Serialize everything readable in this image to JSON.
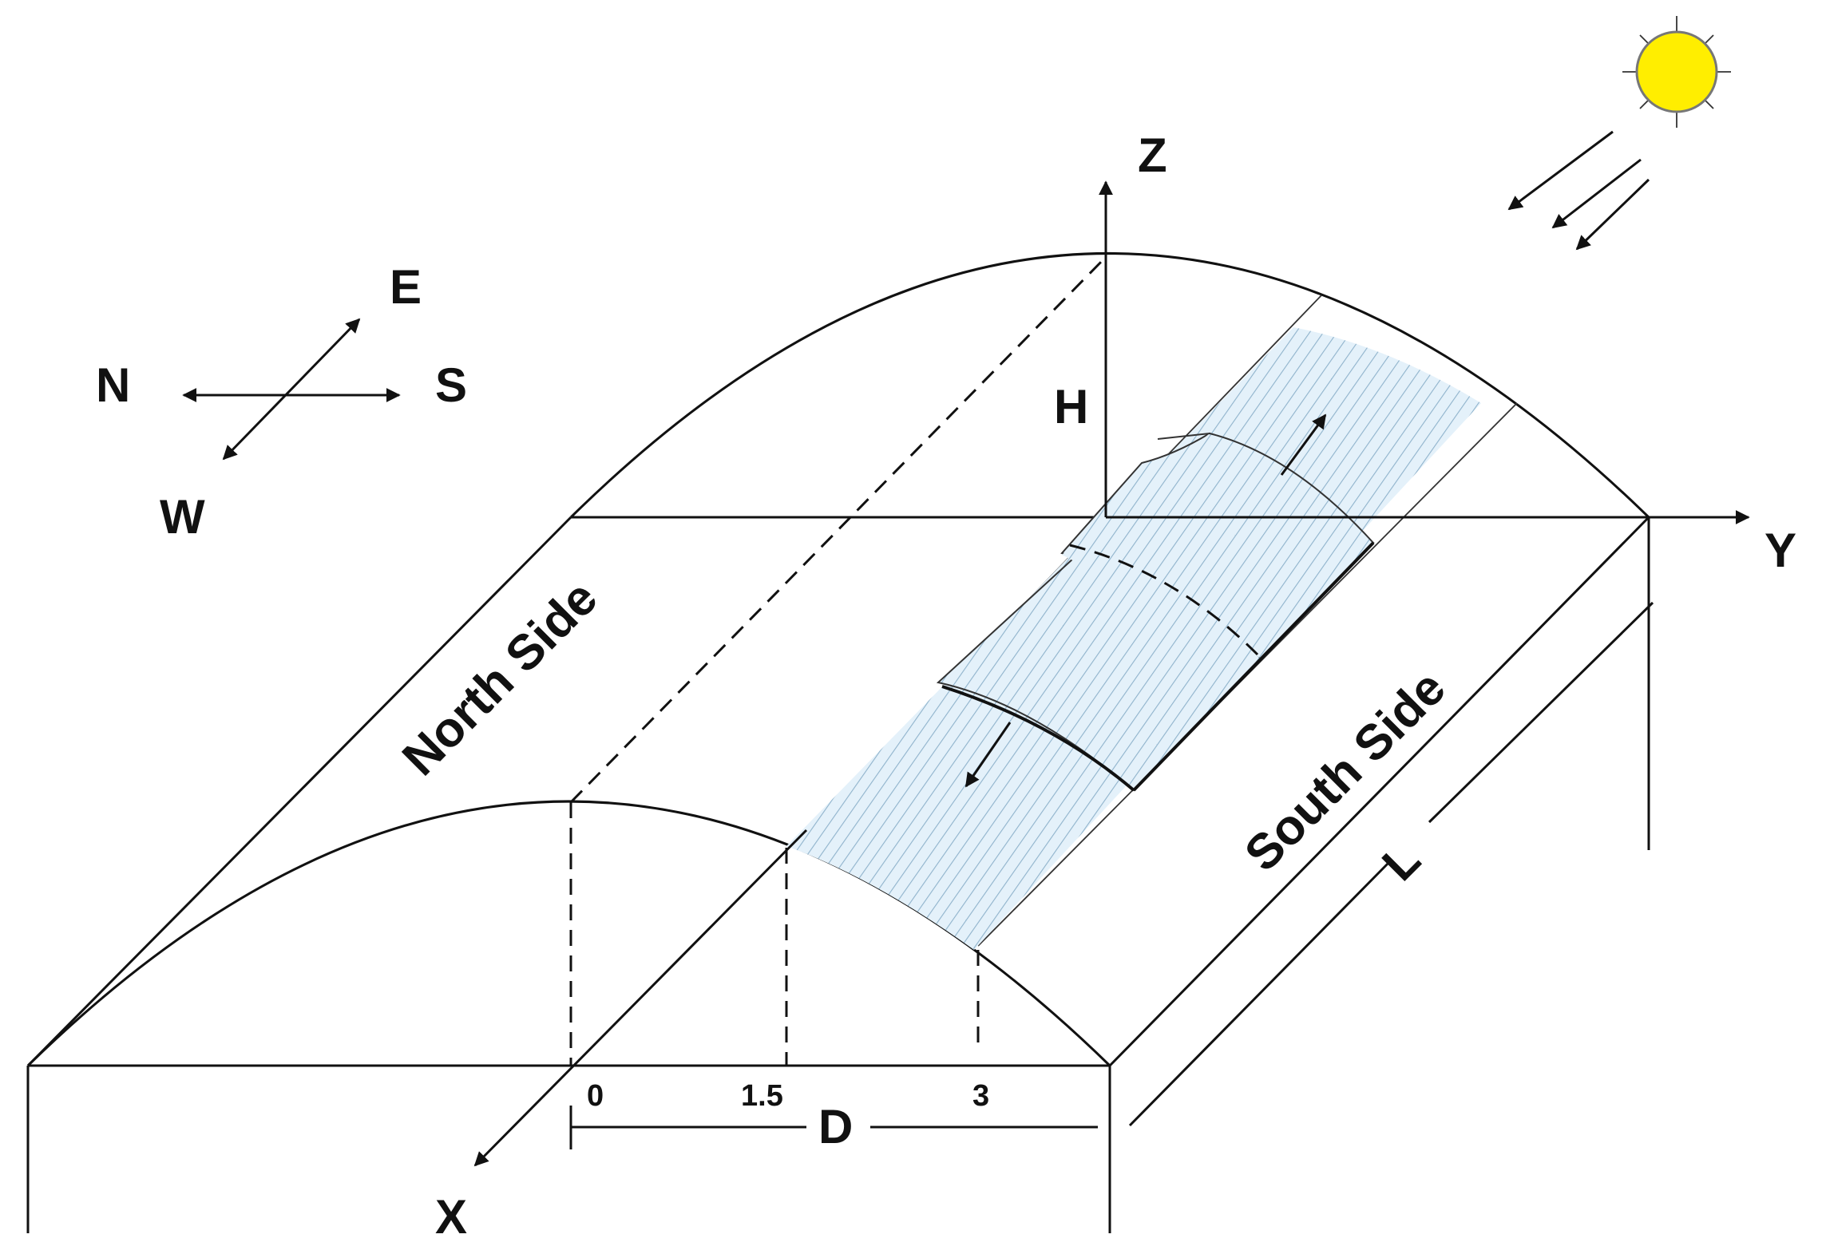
{
  "compass": {
    "north": "N",
    "south": "S",
    "east": "E",
    "west": "W"
  },
  "axes": {
    "x": "X",
    "y": "Y",
    "z": "Z"
  },
  "dimensions": {
    "height": "H",
    "width": "D",
    "length": "L"
  },
  "sides": {
    "north": "North Side",
    "south": "South Side"
  },
  "ticks": [
    "0",
    "1.5",
    "3"
  ],
  "colors": {
    "sun": "#ffee00",
    "panel_fill": "#e4f1fa",
    "panel_hatch": "#8fb3cc",
    "line": "#111111"
  }
}
